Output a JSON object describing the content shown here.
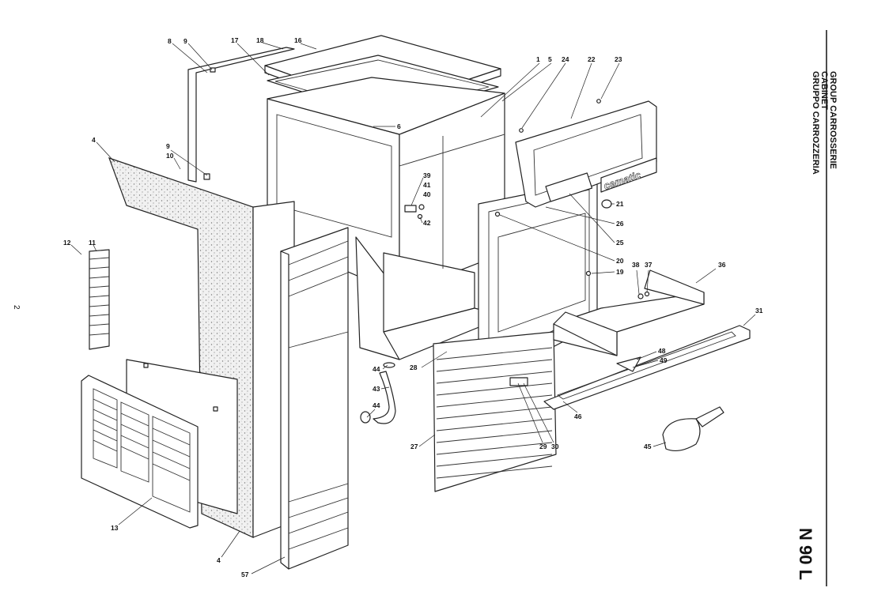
{
  "page_number": "2",
  "model": "N 90 L",
  "title_lines": [
    "GRUPPO CARROZZERIA",
    "CABINET",
    "GROUP CARROSSERIE"
  ],
  "callouts": [
    {
      "id": "8"
    },
    {
      "id": "9"
    },
    {
      "id": "17"
    },
    {
      "id": "18"
    },
    {
      "id": "16"
    },
    {
      "id": "1"
    },
    {
      "id": "5"
    },
    {
      "id": "24"
    },
    {
      "id": "22"
    },
    {
      "id": "23"
    },
    {
      "id": "6"
    },
    {
      "id": "4"
    },
    {
      "id": "9"
    },
    {
      "id": "10"
    },
    {
      "id": "39"
    },
    {
      "id": "41"
    },
    {
      "id": "40"
    },
    {
      "id": "42"
    },
    {
      "id": "21"
    },
    {
      "id": "26"
    },
    {
      "id": "25"
    },
    {
      "id": "20"
    },
    {
      "id": "19"
    },
    {
      "id": "38"
    },
    {
      "id": "37"
    },
    {
      "id": "36"
    },
    {
      "id": "12"
    },
    {
      "id": "11"
    },
    {
      "id": "31"
    },
    {
      "id": "48"
    },
    {
      "id": "49"
    },
    {
      "id": "44"
    },
    {
      "id": "28"
    },
    {
      "id": "43"
    },
    {
      "id": "44"
    },
    {
      "id": "46"
    },
    {
      "id": "27"
    },
    {
      "id": "29"
    },
    {
      "id": "30"
    },
    {
      "id": "45"
    },
    {
      "id": "13"
    },
    {
      "id": "4"
    },
    {
      "id": "57"
    }
  ],
  "logo_text": "cematic"
}
